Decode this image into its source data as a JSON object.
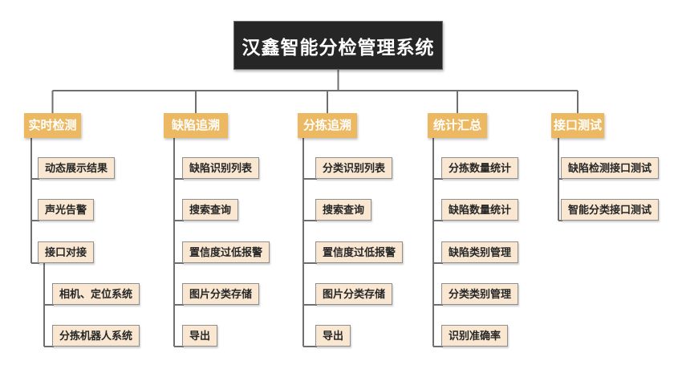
{
  "colors": {
    "line": "#6f6f6f",
    "root_bg": "#262626",
    "root_border": "#6e6e6e",
    "root_text": "#ffffff",
    "branch_bg": "#ecb962",
    "branch_text": "#ffffff",
    "child_bg": "#f9e7d2",
    "child_border": "#8f8f8f",
    "child_text": "#262626",
    "canvas_bg": "#ffffff"
  },
  "tree": {
    "root": {
      "label": "汉鑫智能分检管理系统"
    },
    "branches": [
      {
        "label": "实时检测",
        "children": [
          {
            "label": "动态展示结果"
          },
          {
            "label": "声光告警"
          },
          {
            "label": "接口对接",
            "children": [
              {
                "label": "相机、定位系统"
              },
              {
                "label": "分拣机器人系统"
              }
            ]
          }
        ]
      },
      {
        "label": "缺陷追溯",
        "children": [
          {
            "label": "缺陷识别列表"
          },
          {
            "label": "搜索查询"
          },
          {
            "label": "置信度过低报警"
          },
          {
            "label": "图片分类存储"
          },
          {
            "label": "导出"
          }
        ]
      },
      {
        "label": "分拣追溯",
        "children": [
          {
            "label": "分类识别列表"
          },
          {
            "label": "搜索查询"
          },
          {
            "label": "置信度过低报警"
          },
          {
            "label": "图片分类存储"
          },
          {
            "label": "导出"
          }
        ]
      },
      {
        "label": "统计汇总",
        "children": [
          {
            "label": "分拣数量统计"
          },
          {
            "label": "缺陷数量统计"
          },
          {
            "label": "缺陷类别管理"
          },
          {
            "label": "分类类别管理"
          },
          {
            "label": "识别准确率"
          }
        ]
      },
      {
        "label": "接口测试",
        "children": [
          {
            "label": "缺陷检测接口测试"
          },
          {
            "label": "智能分类接口测试"
          }
        ]
      }
    ]
  }
}
